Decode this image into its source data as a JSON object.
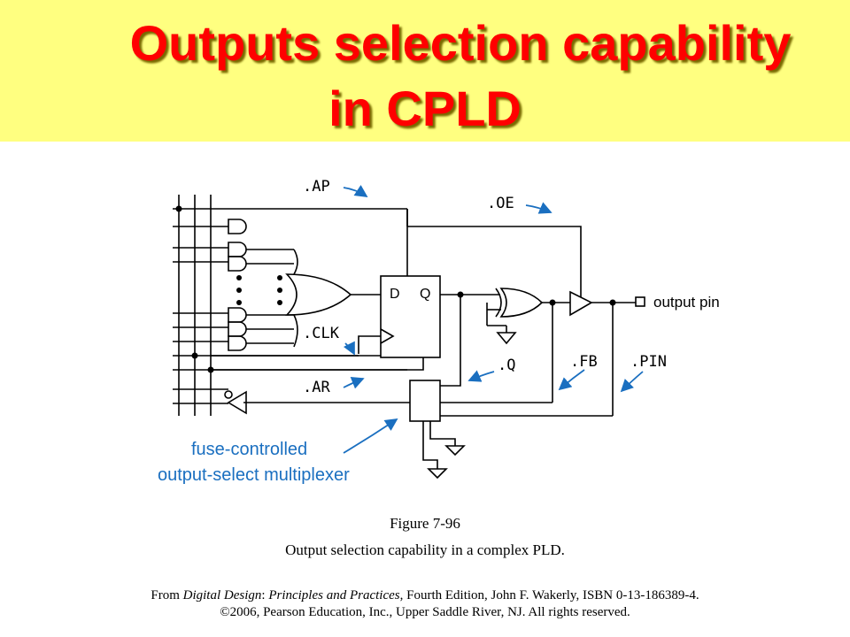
{
  "slide": {
    "title_line1": "Outputs selection capability",
    "title_line2": "in CPLD",
    "band_color": "#ffff80",
    "title_color": "#ff0000"
  },
  "diagram": {
    "labels": {
      "ap": ".AP",
      "oe": ".OE",
      "clk": ".CLK",
      "ar": ".AR",
      "q": ".Q",
      "fb": ".FB",
      "pin": ".PIN",
      "ff_d": "D",
      "ff_q": "Q",
      "output_pin": "output pin"
    },
    "annotation_line1": "fuse-controlled",
    "annotation_line2": "output-select multiplexer",
    "accent_color": "#1a6fc0"
  },
  "caption": {
    "figure": "Figure 7-96",
    "description": "Output selection capability in a complex PLD."
  },
  "credit": {
    "prefix": "From ",
    "book": "Digital Design",
    "mid": ": ",
    "subtitle": "Principles and Practices",
    "suffix": ", Fourth Edition, John F. Wakerly, ISBN 0-13-186389-4.",
    "line2": "©2006, Pearson Education, Inc., Upper Saddle River, NJ. All rights reserved."
  }
}
